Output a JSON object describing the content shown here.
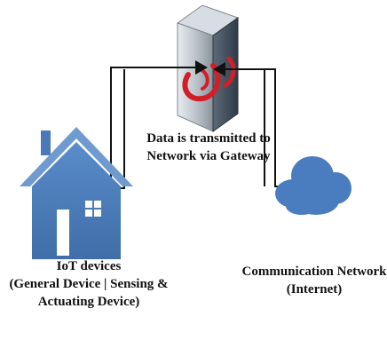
{
  "gateway": {
    "label_line1": "Data is transmitted to",
    "label_line2": "Network via Gateway",
    "icon": "server-tower-icon"
  },
  "iot": {
    "label_line1": "IoT devices",
    "label_line2": "(General Device | Sensing &",
    "label_line3": "Actuating Device)",
    "icon": "house-icon"
  },
  "network": {
    "label_line1": "Communication Network",
    "label_line2": "(Internet)",
    "icon": "cloud-icon"
  },
  "colors": {
    "house": "#4a79b8",
    "house_roof": "#6f9ad0",
    "cloud": "#4a7dbf",
    "server": "#9aa3ad",
    "swirl": "#d21f26",
    "connector": "#111111"
  }
}
